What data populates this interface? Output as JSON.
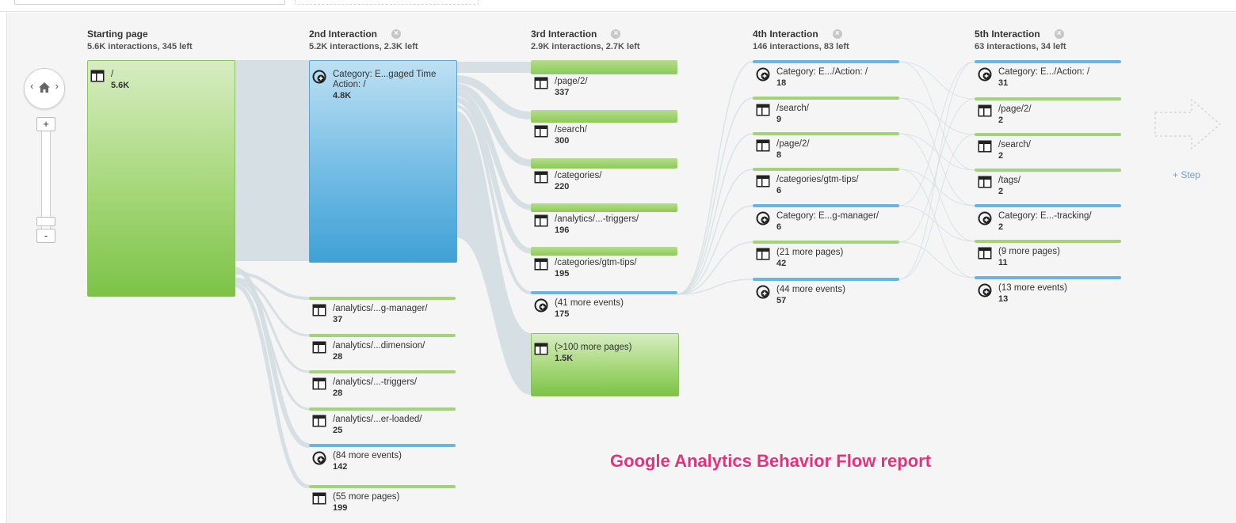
{
  "columns": [
    {
      "title": "Starting page",
      "subtitle": "5.6K interactions, 345 left"
    },
    {
      "title": "2nd Interaction",
      "subtitle": "5.2K interactions, 2.3K left"
    },
    {
      "title": "3rd Interaction",
      "subtitle": "2.9K interactions, 2.7K left"
    },
    {
      "title": "4th Interaction",
      "subtitle": "146 interactions, 83 left"
    },
    {
      "title": "5th Interaction",
      "subtitle": "63 interactions, 34 left"
    }
  ],
  "nodes": {
    "start": {
      "label": "/",
      "count": "5.6K",
      "type": "page"
    },
    "c2": [
      {
        "label": "Category: E...gaged Time",
        "label2": "Action: /",
        "count": "4.8K",
        "type": "event"
      },
      {
        "label": "/analytics/...g-manager/",
        "count": "37",
        "type": "page"
      },
      {
        "label": "/analytics/...dimension/",
        "count": "28",
        "type": "page"
      },
      {
        "label": "/analytics/...-triggers/",
        "count": "28",
        "type": "page"
      },
      {
        "label": "/analytics/...er-loaded/",
        "count": "25",
        "type": "page"
      },
      {
        "label": "(84 more events)",
        "count": "142",
        "type": "event"
      },
      {
        "label": "(55 more pages)",
        "count": "199",
        "type": "page"
      }
    ],
    "c3": [
      {
        "label": "/page/2/",
        "count": "337",
        "type": "page"
      },
      {
        "label": "/search/",
        "count": "300",
        "type": "page"
      },
      {
        "label": "/categories/",
        "count": "220",
        "type": "page"
      },
      {
        "label": "/analytics/...-triggers/",
        "count": "196",
        "type": "page"
      },
      {
        "label": "/categories/gtm-tips/",
        "count": "195",
        "type": "page"
      },
      {
        "label": "(41 more events)",
        "count": "175",
        "type": "event"
      },
      {
        "label": "(>100 more pages)",
        "count": "1.5K",
        "type": "page"
      }
    ],
    "c4": [
      {
        "label": "Category: E.../Action: /",
        "count": "18",
        "type": "event"
      },
      {
        "label": "/search/",
        "count": "9",
        "type": "page"
      },
      {
        "label": "/page/2/",
        "count": "8",
        "type": "page"
      },
      {
        "label": "/categories/gtm-tips/",
        "count": "6",
        "type": "page"
      },
      {
        "label": "Category: E...g-manager/",
        "count": "6",
        "type": "event"
      },
      {
        "label": "(21 more pages)",
        "count": "42",
        "type": "page"
      },
      {
        "label": "(44 more events)",
        "count": "57",
        "type": "event"
      }
    ],
    "c5": [
      {
        "label": "Category: E.../Action: /",
        "count": "31",
        "type": "event"
      },
      {
        "label": "/page/2/",
        "count": "2",
        "type": "page"
      },
      {
        "label": "/search/",
        "count": "2",
        "type": "page"
      },
      {
        "label": "/tags/",
        "count": "2",
        "type": "page"
      },
      {
        "label": "Category: E...-tracking/",
        "count": "2",
        "type": "event"
      },
      {
        "label": "(9 more pages)",
        "count": "11",
        "type": "page"
      },
      {
        "label": "(13 more events)",
        "count": "13",
        "type": "event"
      }
    ]
  },
  "controls": {
    "zoom_in": "+",
    "zoom_out": "-",
    "add_step": "+ Step",
    "close": "×",
    "nav_left": "‹",
    "nav_right": "›"
  },
  "caption": "Google Analytics Behavior Flow report",
  "colors": {
    "page": "#8ccb57",
    "event": "#4aa6d8",
    "flow": "#d3dee2",
    "caption": "#e8307a"
  },
  "icons": {
    "page": "page-icon",
    "event": "event-icon",
    "home": "home-icon"
  }
}
